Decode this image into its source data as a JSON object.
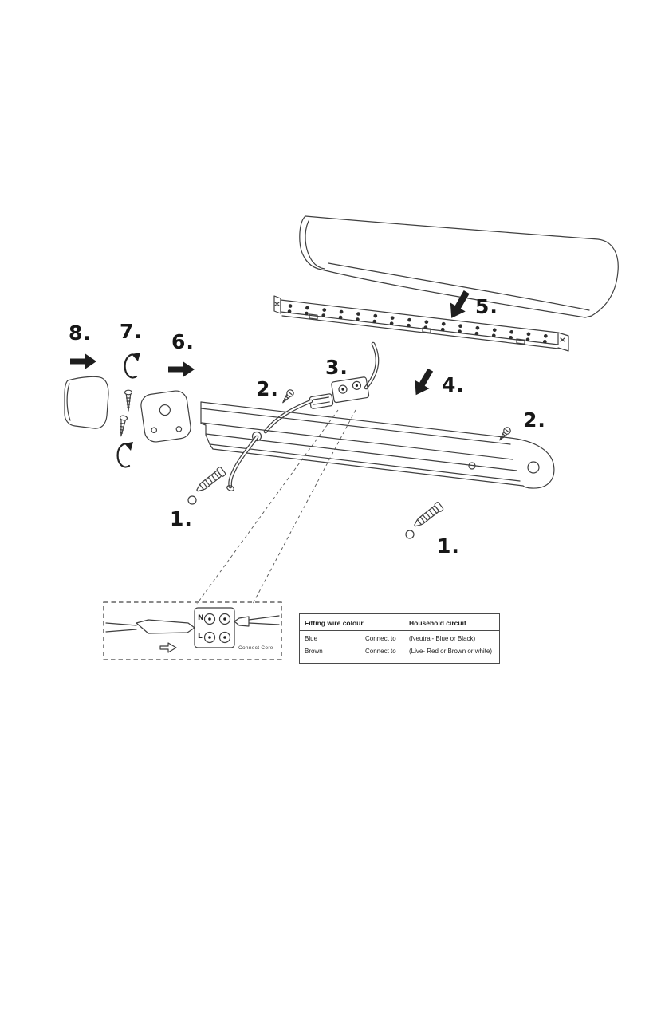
{
  "steps": {
    "s1_left": "1.",
    "s1_right": "1.",
    "s2_left": "2.",
    "s2_right": "2.",
    "s3": "3.",
    "s4": "4.",
    "s5": "5.",
    "s6": "6.",
    "s7": "7.",
    "s8": "8."
  },
  "connector_detail": {
    "terminal_top": "N",
    "terminal_bottom": "L",
    "caption": "Connect Core"
  },
  "wiring_table": {
    "header_left": "Fitting wire colour",
    "header_right": "Household circuit",
    "rows": [
      {
        "colour": "Blue",
        "action": "Connect",
        "to": "to",
        "circuit": "(Neutral- Blue or Black)"
      },
      {
        "colour": "Brown",
        "action": "Connect",
        "to": "to",
        "circuit": "(Live- Red or Brown or white)"
      }
    ]
  },
  "colors": {
    "line": "#3f3f3f",
    "ink": "#1b1b1b"
  }
}
